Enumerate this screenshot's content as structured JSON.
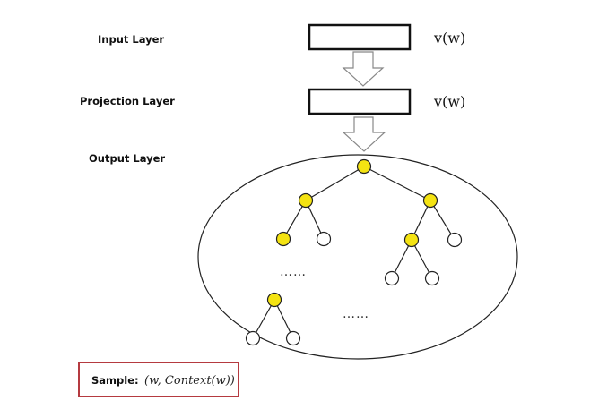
{
  "layers": {
    "input": {
      "label": "Input Layer",
      "vector_label": "v(w)"
    },
    "projection": {
      "label": "Projection Layer",
      "vector_label": "v(w)"
    },
    "output": {
      "label": "Output Layer",
      "ellipsis_left": "……",
      "ellipsis_right": "……"
    }
  },
  "sample": {
    "label": "Sample:",
    "formula": "(w, Context(w))"
  },
  "colors": {
    "internal_node": "#f4e312",
    "leaf_node": "#ffffff",
    "stroke": "#111111",
    "sample_border": "#b53a40"
  }
}
